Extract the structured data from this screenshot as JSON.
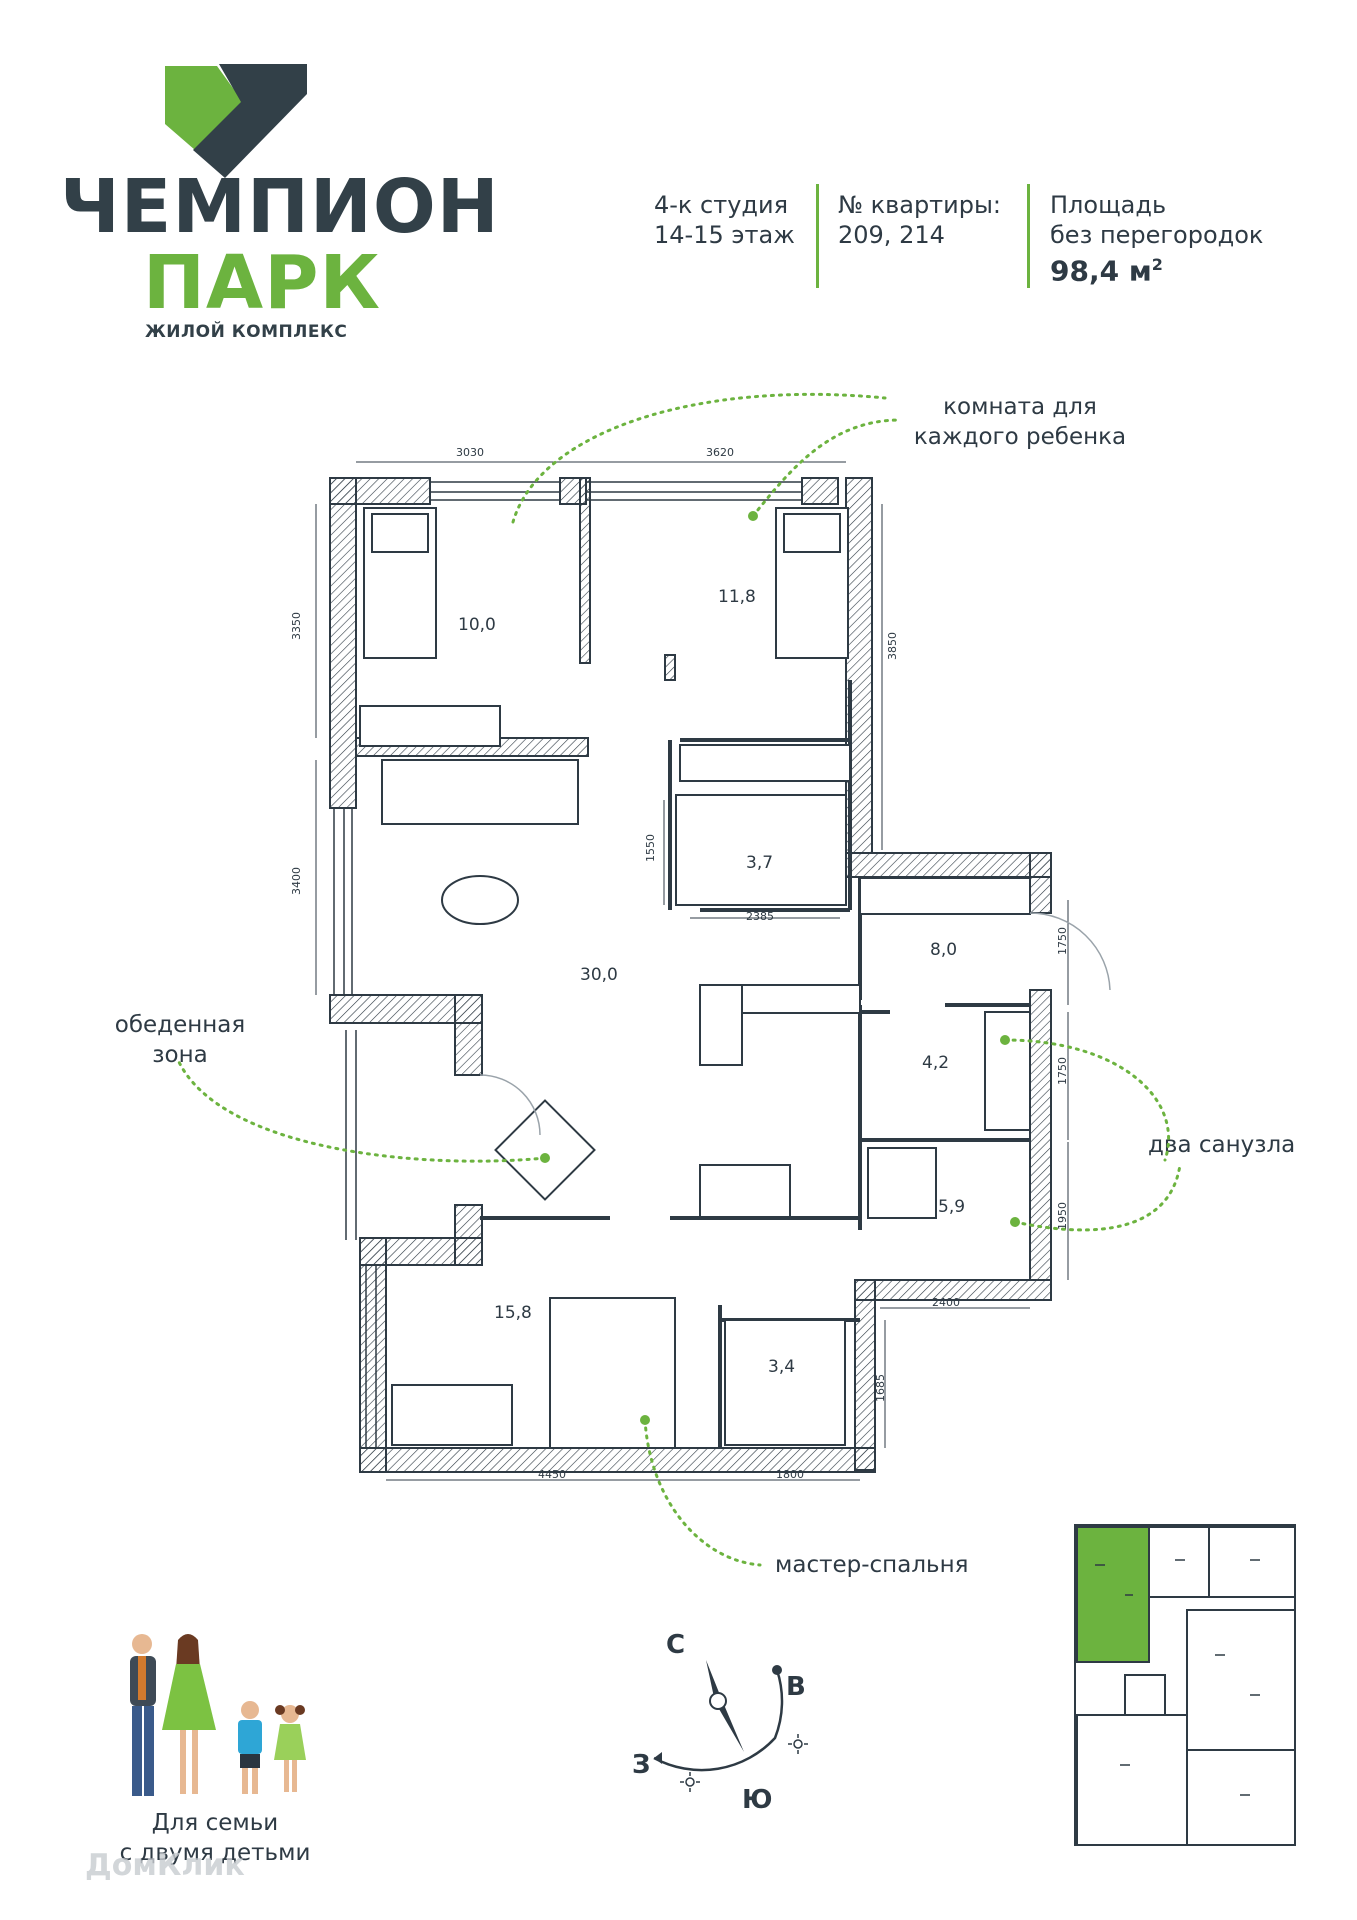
{
  "brand": {
    "line1": "ЧЕМПИОН",
    "line2": "ПАРК",
    "tagline": "ЖИЛОЙ КОМПЛЕКС"
  },
  "apartment": {
    "type": "4-к студия",
    "floors": "14-15 этаж",
    "number_label": "№ квартиры:",
    "numbers": "209, 214",
    "area_label_1": "Площадь",
    "area_label_2": "без перегородок",
    "area_value": "98,4 м",
    "area_sup": "2"
  },
  "callouts": {
    "kids_1": "комната для",
    "kids_2": "каждого ребенка",
    "dining_1": "обеденная",
    "dining_2": "зона",
    "bathrooms": "два санузла",
    "master": "мастер-спальня"
  },
  "rooms": {
    "r1": "10,0",
    "r2": "11,8",
    "r3": "3,7",
    "r4": "8,0",
    "r5": "30,0",
    "r6": "4,2",
    "r7": "5,9",
    "r8": "15,8",
    "r9": "3,4"
  },
  "dimensions": {
    "d1": "3030",
    "d2": "3620",
    "d3": "3350",
    "d4": "3850",
    "d5": "1550",
    "d6": "2385",
    "d7": "3400",
    "d8": "1750",
    "d9": "1750",
    "d10": "1950",
    "d11": "2400",
    "d12": "1685",
    "d13": "4450",
    "d14": "1800"
  },
  "compass": {
    "north": "С",
    "east": "В",
    "west": "З",
    "south": "Ю"
  },
  "family": {
    "line1": "Для семьи",
    "line2": "с двумя детьми"
  },
  "watermark": "ДомКлик",
  "colors": {
    "accent": "#6cb33f",
    "dark": "#324048",
    "wall": "#2e3a44"
  }
}
